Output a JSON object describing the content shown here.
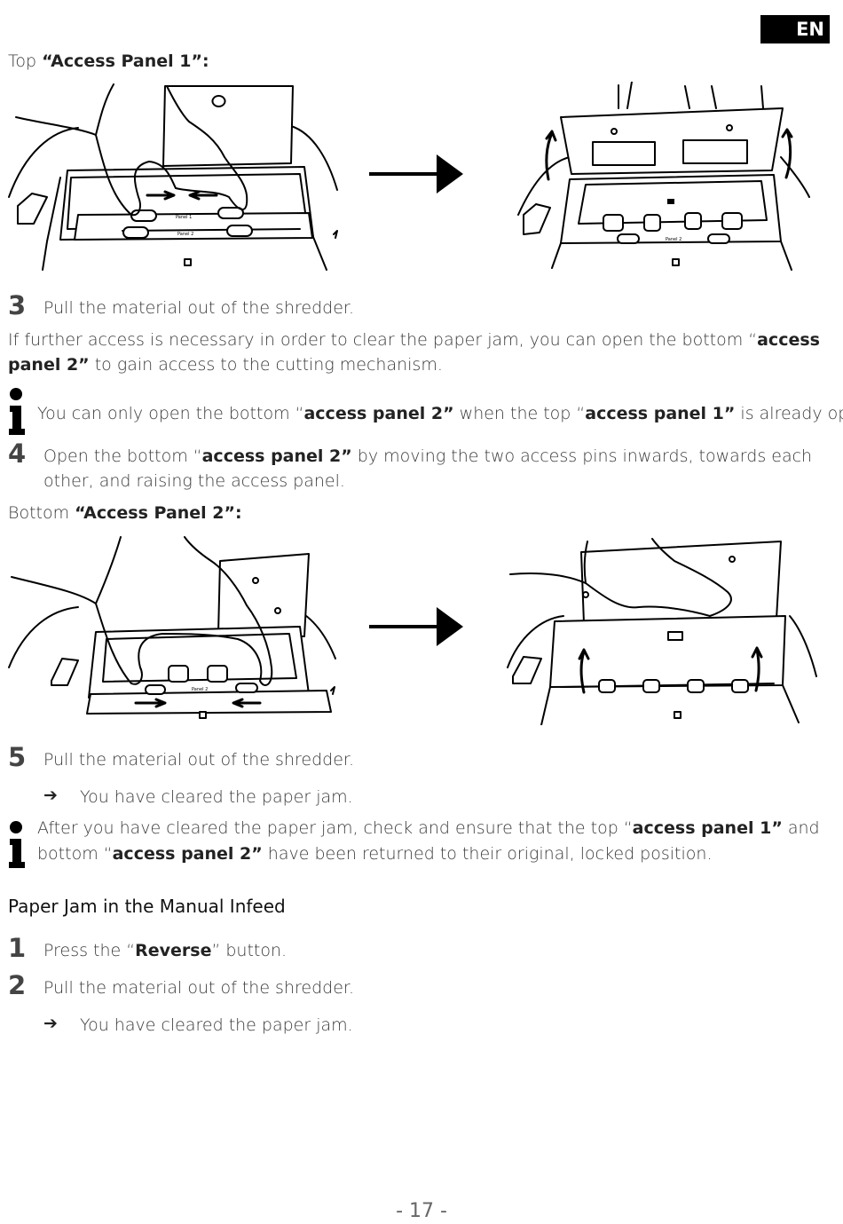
{
  "lang_badge": "EN",
  "section_top": {
    "prefix": "Top ",
    "bold": "“Access Panel 1”:"
  },
  "figure_labels": {
    "panel1": "Panel 1",
    "panel2": "Panel 2"
  },
  "step3": {
    "num": "3",
    "text": "Pull the material out of the shredder."
  },
  "para_access": {
    "line1_pre": "If further access is necessary in order to clear the paper jam, you can open the bottom “",
    "line1_bold": "access",
    "line2_bold": "panel 2”",
    "line2_post": " to gain access to the cutting mechanism."
  },
  "info1": {
    "pre": "You can only open the bottom “",
    "bold1": "access panel 2”",
    "mid": " when the top “",
    "bold2": "access panel 1”",
    "post": " is already open."
  },
  "step4": {
    "num": "4",
    "line1_pre": "Open the bottom “",
    "line1_bold": "access panel 2”",
    "line1_post": " by moving the two access pins inwards, towards each",
    "line2": "other, and raising the access panel."
  },
  "section_bottom": {
    "prefix": "Bottom ",
    "bold": "“Access Panel 2”:"
  },
  "step5": {
    "num": "5",
    "text": "Pull the material out of the shredder."
  },
  "result1": {
    "arrow": "➔",
    "text": "You have cleared the paper jam."
  },
  "info2": {
    "line1_pre": "After you have cleared the paper jam, check and ensure that the top “",
    "line1_bold": "access panel 1”",
    "line1_post": " and",
    "line2_pre": "bottom “",
    "line2_bold": "access panel 2”",
    "line2_post": " have been returned to their original, locked position."
  },
  "heading_manual": "Paper Jam in the Manual Infeed",
  "manual_step1": {
    "num": "1",
    "pre": "Press the “",
    "bold": "Reverse",
    "post": "” button."
  },
  "manual_step2": {
    "num": "2",
    "text": "Pull the material out of the shredder."
  },
  "result2": {
    "arrow": "➔",
    "text": "You have cleared the paper jam."
  },
  "page_number": "- 17 -"
}
